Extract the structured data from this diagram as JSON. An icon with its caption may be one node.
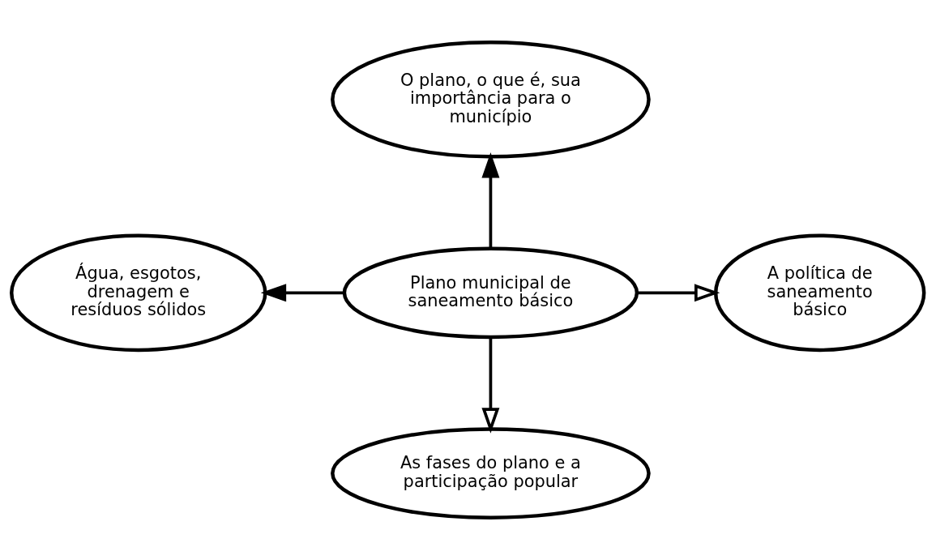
{
  "diagram": {
    "nodes": [
      {
        "text": [
          "Plano municipal de saneamento básico"
        ]
      },
      {
        "text": [
          "O plano, o que é, sua importância para o município"
        ]
      },
      {
        "text": [
          "Água, esgotos, drenagem e resíduos sólidos"
        ]
      },
      {
        "text": [
          "A política de saneamento básico"
        ]
      },
      {
        "text": [
          "As fases do plano e a participação popular"
        ]
      }
    ],
    "edges": [
      {
        "from": 0,
        "to": 1,
        "arrow": "to"
      },
      {
        "from": 0,
        "to": 2,
        "arrow": "to"
      },
      {
        "from": 0,
        "to": 3,
        "arrow": "to"
      },
      {
        "from": 0,
        "to": 4,
        "arrow": "to"
      }
    ]
  }
}
